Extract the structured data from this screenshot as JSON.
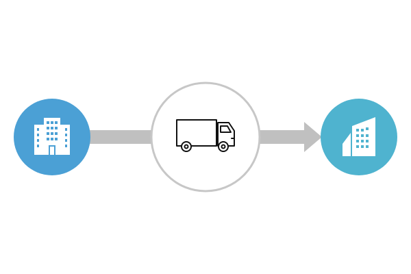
{
  "diagram": {
    "nodes": [
      {
        "id": "origin-building",
        "icon": "office-building-icon"
      },
      {
        "id": "transport-truck",
        "icon": "delivery-truck-icon"
      },
      {
        "id": "destination-building",
        "icon": "modern-building-icon"
      }
    ],
    "connectors": [
      {
        "from": "origin-building",
        "to": "transport-truck",
        "style": "bar"
      },
      {
        "from": "transport-truck",
        "to": "destination-building",
        "style": "arrow"
      }
    ],
    "colors": {
      "origin_fill": "#4ba0d5",
      "destination_fill": "#4fb3cf",
      "connector": "#c0c0c0",
      "truck_circle_stroke": "#c7c7c7",
      "icon_light": "#ffffff",
      "icon_dark": "#111111"
    }
  }
}
